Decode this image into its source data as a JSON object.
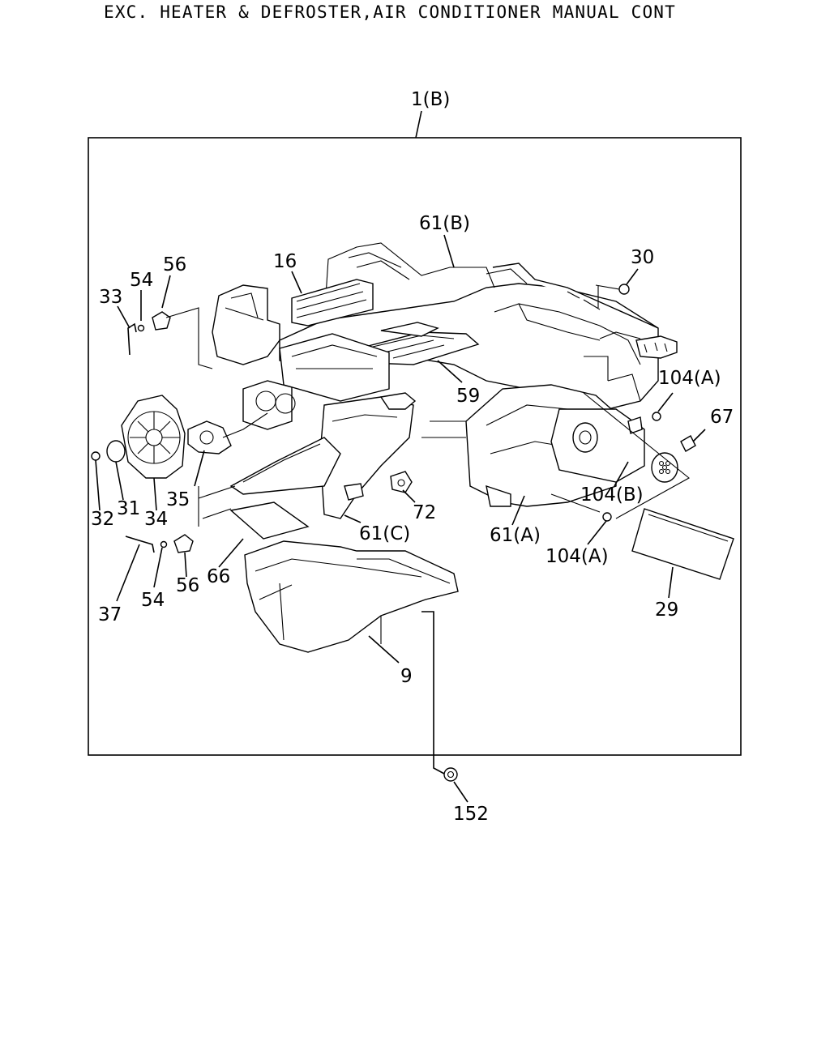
{
  "title": "EXC. HEATER & DEFROSTER,AIR CONDITIONER MANUAL CONT",
  "callouts": {
    "c1b": "1(B)",
    "c61b": "61(B)",
    "c30": "30",
    "c16": "16",
    "c56a": "56",
    "c54a": "54",
    "c33": "33",
    "c59": "59",
    "c104a1": "104(A)",
    "c67": "67",
    "c104b": "104(B)",
    "c32": "32",
    "c31": "31",
    "c34": "34",
    "c35": "35",
    "c72": "72",
    "c61c": "61(C)",
    "c61a": "61(A)",
    "c104a2": "104(A)",
    "c66": "66",
    "c56b": "56",
    "c54b": "54",
    "c37": "37",
    "c29": "29",
    "c9": "9",
    "c152": "152"
  }
}
